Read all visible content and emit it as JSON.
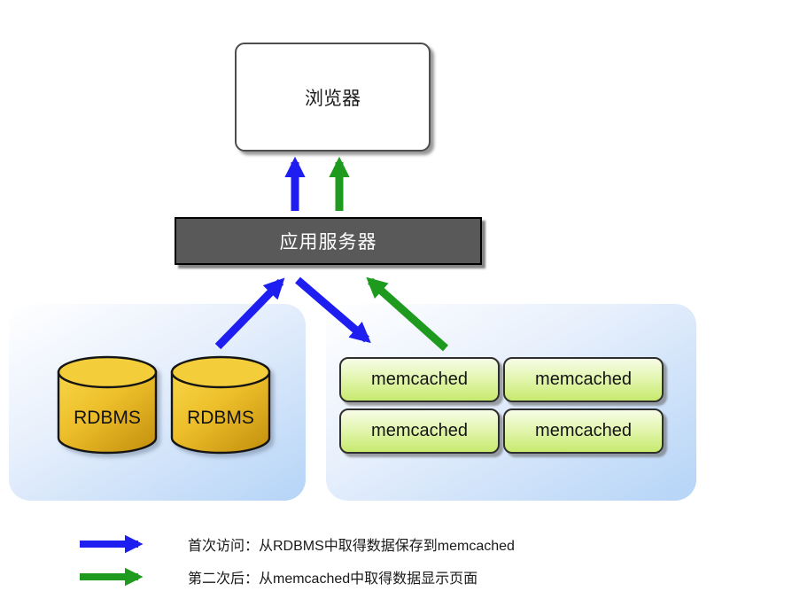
{
  "nodes": {
    "browser": "浏览器",
    "app_server": "应用服务器",
    "rdbms": [
      {
        "label": "RDBMS"
      },
      {
        "label": "RDBMS"
      }
    ],
    "memcached": [
      {
        "label": "memcached"
      },
      {
        "label": "memcached"
      },
      {
        "label": "memcached"
      },
      {
        "label": "memcached"
      }
    ]
  },
  "legend": {
    "items": [
      {
        "label": "首次访问：从RDBMS中取得数据保存到memcached"
      },
      {
        "label": "第二次后：从memcached中取得数据显示页面"
      }
    ]
  },
  "colors": {
    "first_access_arrow": "#1e1ef0",
    "second_access_arrow": "#1e9b1e",
    "rdbms_fill": "#edbf2a",
    "memcached_fill": "#c6ea6e",
    "group_background": "#b5d4f7",
    "app_server_fill": "#595959"
  }
}
